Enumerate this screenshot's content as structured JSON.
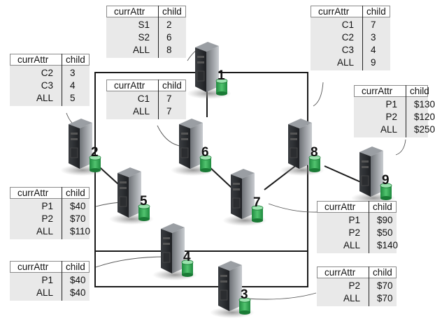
{
  "header": {
    "col1": "currAttr",
    "col2": "child"
  },
  "nodes": [
    {
      "id": "1"
    },
    {
      "id": "2"
    },
    {
      "id": "3"
    },
    {
      "id": "4"
    },
    {
      "id": "5"
    },
    {
      "id": "6"
    },
    {
      "id": "7"
    },
    {
      "id": "8"
    },
    {
      "id": "9"
    }
  ],
  "tables": [
    {
      "node": "1",
      "rows": [
        [
          "S1",
          "2"
        ],
        [
          "S2",
          "6"
        ],
        [
          "ALL",
          "8"
        ]
      ]
    },
    {
      "node": "2",
      "rows": [
        [
          "C2",
          "3"
        ],
        [
          "C3",
          "4"
        ],
        [
          "ALL",
          "5"
        ]
      ]
    },
    {
      "node": "6",
      "rows": [
        [
          "C1",
          "7"
        ],
        [
          "ALL",
          "7"
        ]
      ]
    },
    {
      "node": "8",
      "rows": [
        [
          "C1",
          "7"
        ],
        [
          "C2",
          "3"
        ],
        [
          "C3",
          "4"
        ],
        [
          "ALL",
          "9"
        ]
      ]
    },
    {
      "node": "9",
      "rows": [
        [
          "P1",
          "$130"
        ],
        [
          "P2",
          "$120"
        ],
        [
          "ALL",
          "$250"
        ]
      ]
    },
    {
      "node": "5",
      "rows": [
        [
          "P1",
          "$40"
        ],
        [
          "P2",
          "$70"
        ],
        [
          "ALL",
          "$110"
        ]
      ]
    },
    {
      "node": "7",
      "rows": [
        [
          "P1",
          "$90"
        ],
        [
          "P2",
          "$50"
        ],
        [
          "ALL",
          "$140"
        ]
      ]
    },
    {
      "node": "4",
      "rows": [
        [
          "P1",
          "$40"
        ],
        [
          "ALL",
          "$40"
        ]
      ]
    },
    {
      "node": "3",
      "rows": [
        [
          "P2",
          "$70"
        ],
        [
          "ALL",
          "$70"
        ]
      ]
    }
  ]
}
